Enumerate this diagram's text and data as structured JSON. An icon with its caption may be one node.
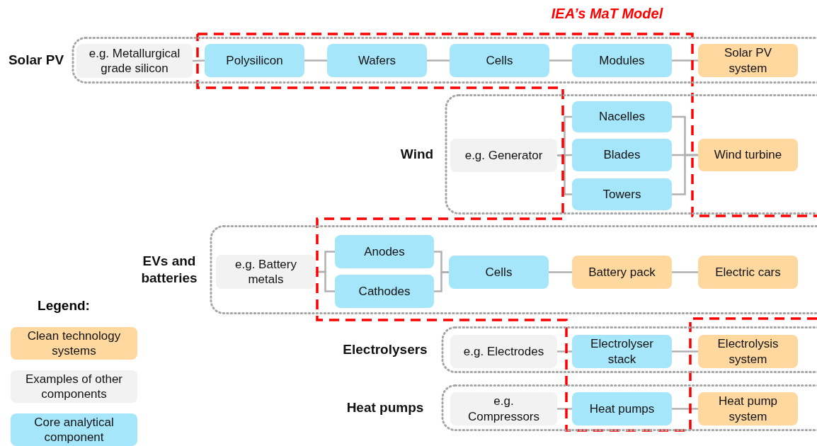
{
  "diagram": {
    "nodes": [
      {
        "text": [
          "Solar PV"
        ]
      },
      {
        "text": [
          "e.g. Metallurgical grade silicon"
        ],
        "in": 0
      },
      {
        "text": [
          "Polysilicon"
        ],
        "in": 0
      },
      {
        "text": [
          "Wafers"
        ],
        "in": 0
      },
      {
        "text": [
          "Cells"
        ],
        "in": 0
      },
      {
        "text": [
          "Modules"
        ],
        "in": 0
      },
      {
        "text": [
          "Solar PV system"
        ],
        "in": 0
      },
      {
        "text": [
          "Wind"
        ]
      },
      {
        "text": [
          "e.g. Generator"
        ],
        "in": 7
      },
      {
        "text": [
          "Nacelles"
        ],
        "in": 7
      },
      {
        "text": [
          "Blades"
        ],
        "in": 7
      },
      {
        "text": [
          "Towers"
        ],
        "in": 7
      },
      {
        "text": [
          "Wind turbine"
        ],
        "in": 7
      },
      {
        "text": [
          "EVs and batteries"
        ]
      },
      {
        "text": [
          "e.g. Battery metals"
        ],
        "in": 13
      },
      {
        "text": [
          "Anodes"
        ],
        "in": 13
      },
      {
        "text": [
          "Cathodes"
        ],
        "in": 13
      },
      {
        "text": [
          "Cells"
        ],
        "in": 13
      },
      {
        "text": [
          "Battery pack"
        ],
        "in": 13
      },
      {
        "text": [
          "Electric cars"
        ],
        "in": 13
      },
      {
        "text": [
          "Electrolysers"
        ]
      },
      {
        "text": [
          "e.g. Electrodes"
        ],
        "in": 20
      },
      {
        "text": [
          "Electrolyser stack"
        ],
        "in": 20
      },
      {
        "text": [
          "Electrolysis system"
        ],
        "in": 20
      },
      {
        "text": [
          "Heat pumps"
        ]
      },
      {
        "text": [
          "e.g. Compressors"
        ],
        "in": 24
      },
      {
        "text": [
          "Heat pumps"
        ],
        "in": 24
      },
      {
        "text": [
          "Heat pump system"
        ],
        "in": 24
      }
    ],
    "edges": [
      {
        "from": 1,
        "to": 2,
        "arrow": "none"
      },
      {
        "from": 2,
        "to": 3,
        "arrow": "none"
      },
      {
        "from": 3,
        "to": 4,
        "arrow": "none"
      },
      {
        "from": 4,
        "to": 5,
        "arrow": "none"
      },
      {
        "from": 5,
        "to": 6,
        "arrow": "none"
      },
      {
        "from": 8,
        "to": 9,
        "arrow": "none"
      },
      {
        "from": 8,
        "to": 10,
        "arrow": "none"
      },
      {
        "from": 8,
        "to": 11,
        "arrow": "none"
      },
      {
        "from": 9,
        "to": 12,
        "arrow": "none"
      },
      {
        "from": 10,
        "to": 12,
        "arrow": "none"
      },
      {
        "from": 11,
        "to": 12,
        "arrow": "none"
      },
      {
        "from": 14,
        "to": 15,
        "arrow": "none"
      },
      {
        "from": 14,
        "to": 16,
        "arrow": "none"
      },
      {
        "from": 15,
        "to": 17,
        "arrow": "none"
      },
      {
        "from": 16,
        "to": 17,
        "arrow": "none"
      },
      {
        "from": 17,
        "to": 18,
        "arrow": "none"
      },
      {
        "from": 18,
        "to": 19,
        "arrow": "none"
      },
      {
        "from": 21,
        "to": 22,
        "arrow": "none"
      },
      {
        "from": 22,
        "to": 23,
        "arrow": "none"
      },
      {
        "from": 25,
        "to": 26,
        "arrow": "none"
      },
      {
        "from": 26,
        "to": 27,
        "arrow": "none"
      }
    ],
    "labels": [
      "IEA’s MaT Model",
      "Legend:"
    ],
    "legend": [
      {
        "text": "Clean technology systems",
        "color": "#fed89f"
      },
      {
        "text": "Examples of other components",
        "color": "#f2f2f2"
      },
      {
        "text": "Core analytical component",
        "color": "#a6e6fb"
      }
    ]
  }
}
